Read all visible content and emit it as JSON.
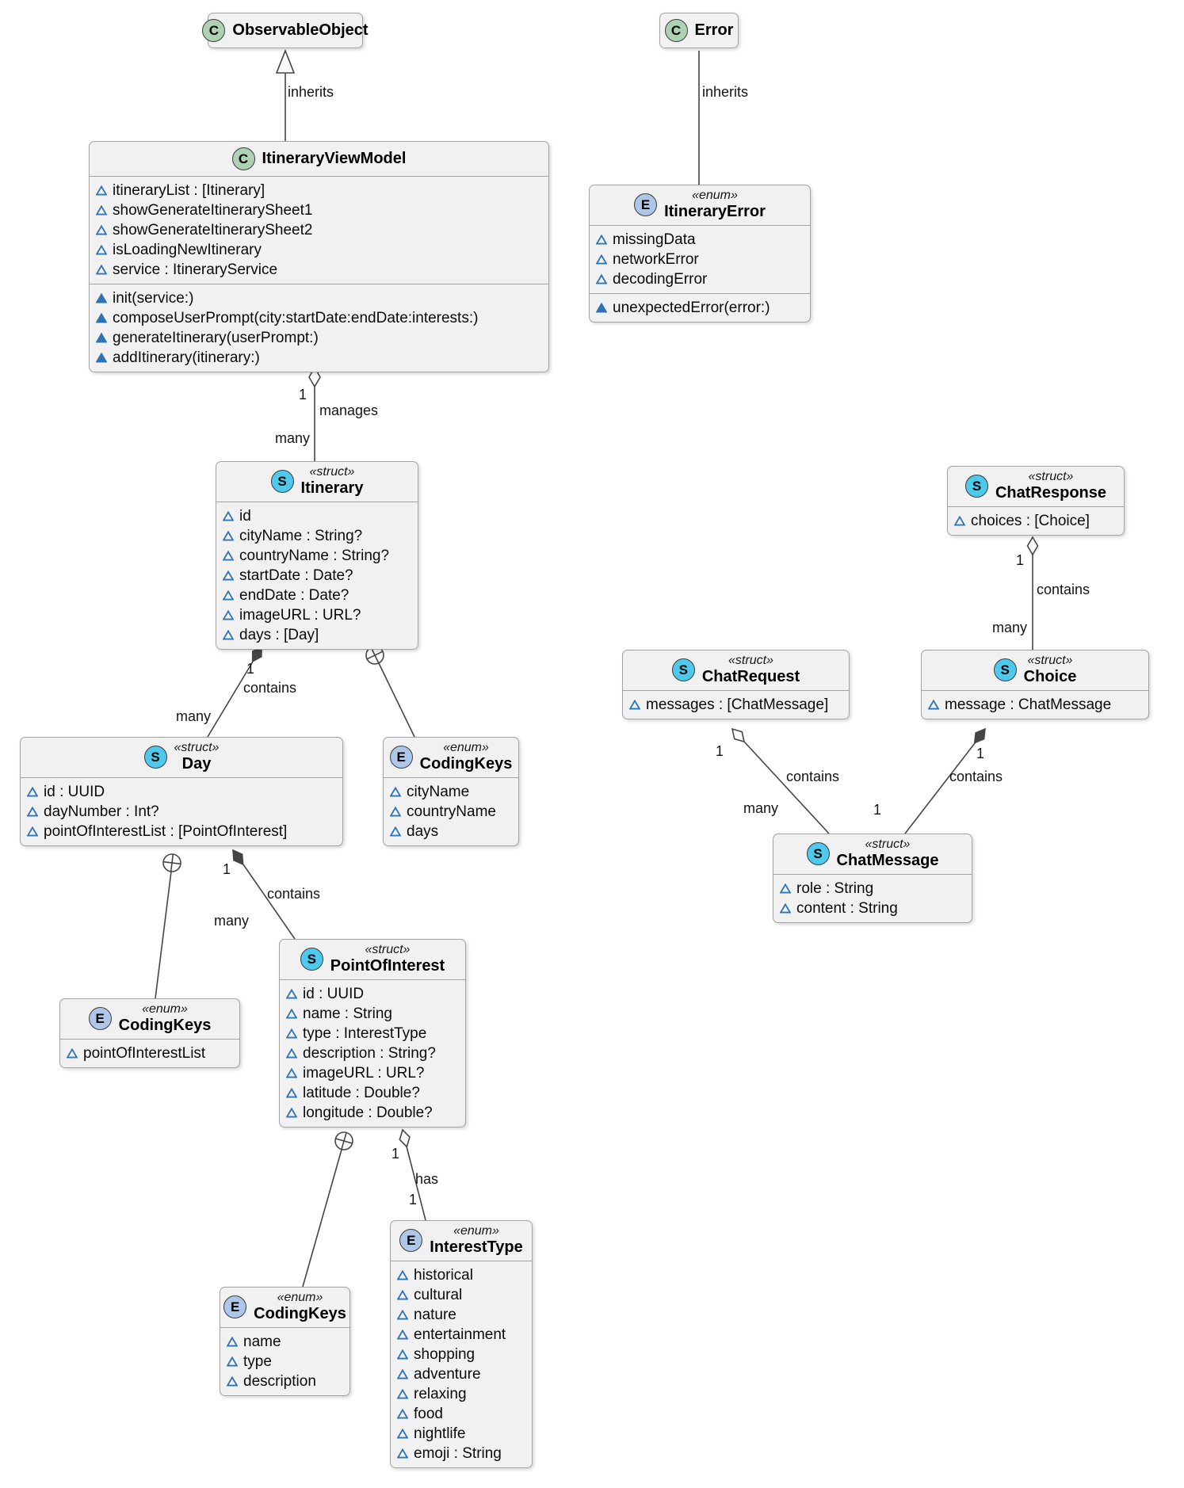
{
  "diagram": {
    "colors": {
      "class_spot": "#ADD1B2",
      "enum_spot": "#AEC6E7",
      "struct_spot": "#4EC9EE",
      "member_triangle": "#2E74B5",
      "box_fill": "#F1F1F1",
      "box_border": "#A3A3A3",
      "edge_line": "#454545"
    },
    "classes": {
      "observableObject": {
        "icon_letter": "C",
        "name": "ObservableObject"
      },
      "error": {
        "icon_letter": "C",
        "name": "Error"
      },
      "itineraryViewModel": {
        "icon_letter": "C",
        "name": "ItineraryViewModel",
        "fields": [
          "itineraryList : [Itinerary]",
          "showGenerateItinerarySheet1",
          "showGenerateItinerarySheet2",
          "isLoadingNewItinerary",
          "service : ItineraryService"
        ],
        "methods": [
          "init(service:)",
          "composeUserPrompt(city:startDate:endDate:interests:)",
          "generateItinerary(userPrompt:)",
          "addItinerary(itinerary:)"
        ]
      },
      "itineraryError": {
        "icon_letter": "E",
        "stereotype": "«enum»",
        "name": "ItineraryError",
        "fields": [
          "missingData",
          "networkError",
          "decodingError"
        ],
        "methods": [
          "unexpectedError(error:)"
        ]
      },
      "itinerary": {
        "icon_letter": "S",
        "stereotype": "«struct»",
        "name": "Itinerary",
        "fields": [
          "id",
          "cityName : String?",
          "countryName : String?",
          "startDate : Date?",
          "endDate : Date?",
          "imageURL : URL?",
          "days : [Day]"
        ]
      },
      "day": {
        "icon_letter": "S",
        "stereotype": "«struct»",
        "name": "Day",
        "fields": [
          "id : UUID",
          "dayNumber : Int?",
          "pointOfInterestList : [PointOfInterest]"
        ]
      },
      "codingKeysItinerary": {
        "icon_letter": "E",
        "stereotype": "«enum»",
        "name": "CodingKeys",
        "fields": [
          "cityName",
          "countryName",
          "days"
        ]
      },
      "codingKeysDay": {
        "icon_letter": "E",
        "stereotype": "«enum»",
        "name": "CodingKeys",
        "fields": [
          "pointOfInterestList"
        ]
      },
      "pointOfInterest": {
        "icon_letter": "S",
        "stereotype": "«struct»",
        "name": "PointOfInterest",
        "fields": [
          "id : UUID",
          "name : String",
          "type : InterestType",
          "description : String?",
          "imageURL : URL?",
          "latitude : Double?",
          "longitude : Double?"
        ]
      },
      "codingKeysPoi": {
        "icon_letter": "E",
        "stereotype": "«enum»",
        "name": "CodingKeys",
        "fields": [
          "name",
          "type",
          "description"
        ]
      },
      "interestType": {
        "icon_letter": "E",
        "stereotype": "«enum»",
        "name": "InterestType",
        "fields": [
          "historical",
          "cultural",
          "nature",
          "entertainment",
          "shopping",
          "adventure",
          "relaxing",
          "food",
          "nightlife",
          "emoji : String"
        ]
      },
      "chatResponse": {
        "icon_letter": "S",
        "stereotype": "«struct»",
        "name": "ChatResponse",
        "fields": [
          "choices : [Choice]"
        ]
      },
      "chatRequest": {
        "icon_letter": "S",
        "stereotype": "«struct»",
        "name": "ChatRequest",
        "fields": [
          "messages : [ChatMessage]"
        ]
      },
      "choice": {
        "icon_letter": "S",
        "stereotype": "«struct»",
        "name": "Choice",
        "fields": [
          "message : ChatMessage"
        ]
      },
      "chatMessage": {
        "icon_letter": "S",
        "stereotype": "«struct»",
        "name": "ChatMessage",
        "fields": [
          "role : String",
          "content : String"
        ]
      }
    },
    "edges": {
      "vm_inherits": {
        "label": "inherits"
      },
      "error_inherits": {
        "label": "inherits"
      },
      "vm_manages": {
        "label": "manages",
        "source_mult": "1",
        "target_mult": "many"
      },
      "itinerary_day": {
        "label": "contains",
        "source_mult": "1",
        "target_mult": "many"
      },
      "day_poi": {
        "label": "contains",
        "source_mult": "1",
        "target_mult": "many"
      },
      "poi_interesttype": {
        "label": "has",
        "source_mult": "1",
        "target_mult": "1"
      },
      "chatresponse_choice": {
        "label": "contains",
        "source_mult": "1",
        "target_mult": "many"
      },
      "chatrequest_chatmessage": {
        "label": "contains",
        "source_mult": "1",
        "target_mult": "many"
      },
      "choice_chatmessage": {
        "label": "contains",
        "source_mult": "1",
        "target_mult": "1"
      }
    }
  }
}
